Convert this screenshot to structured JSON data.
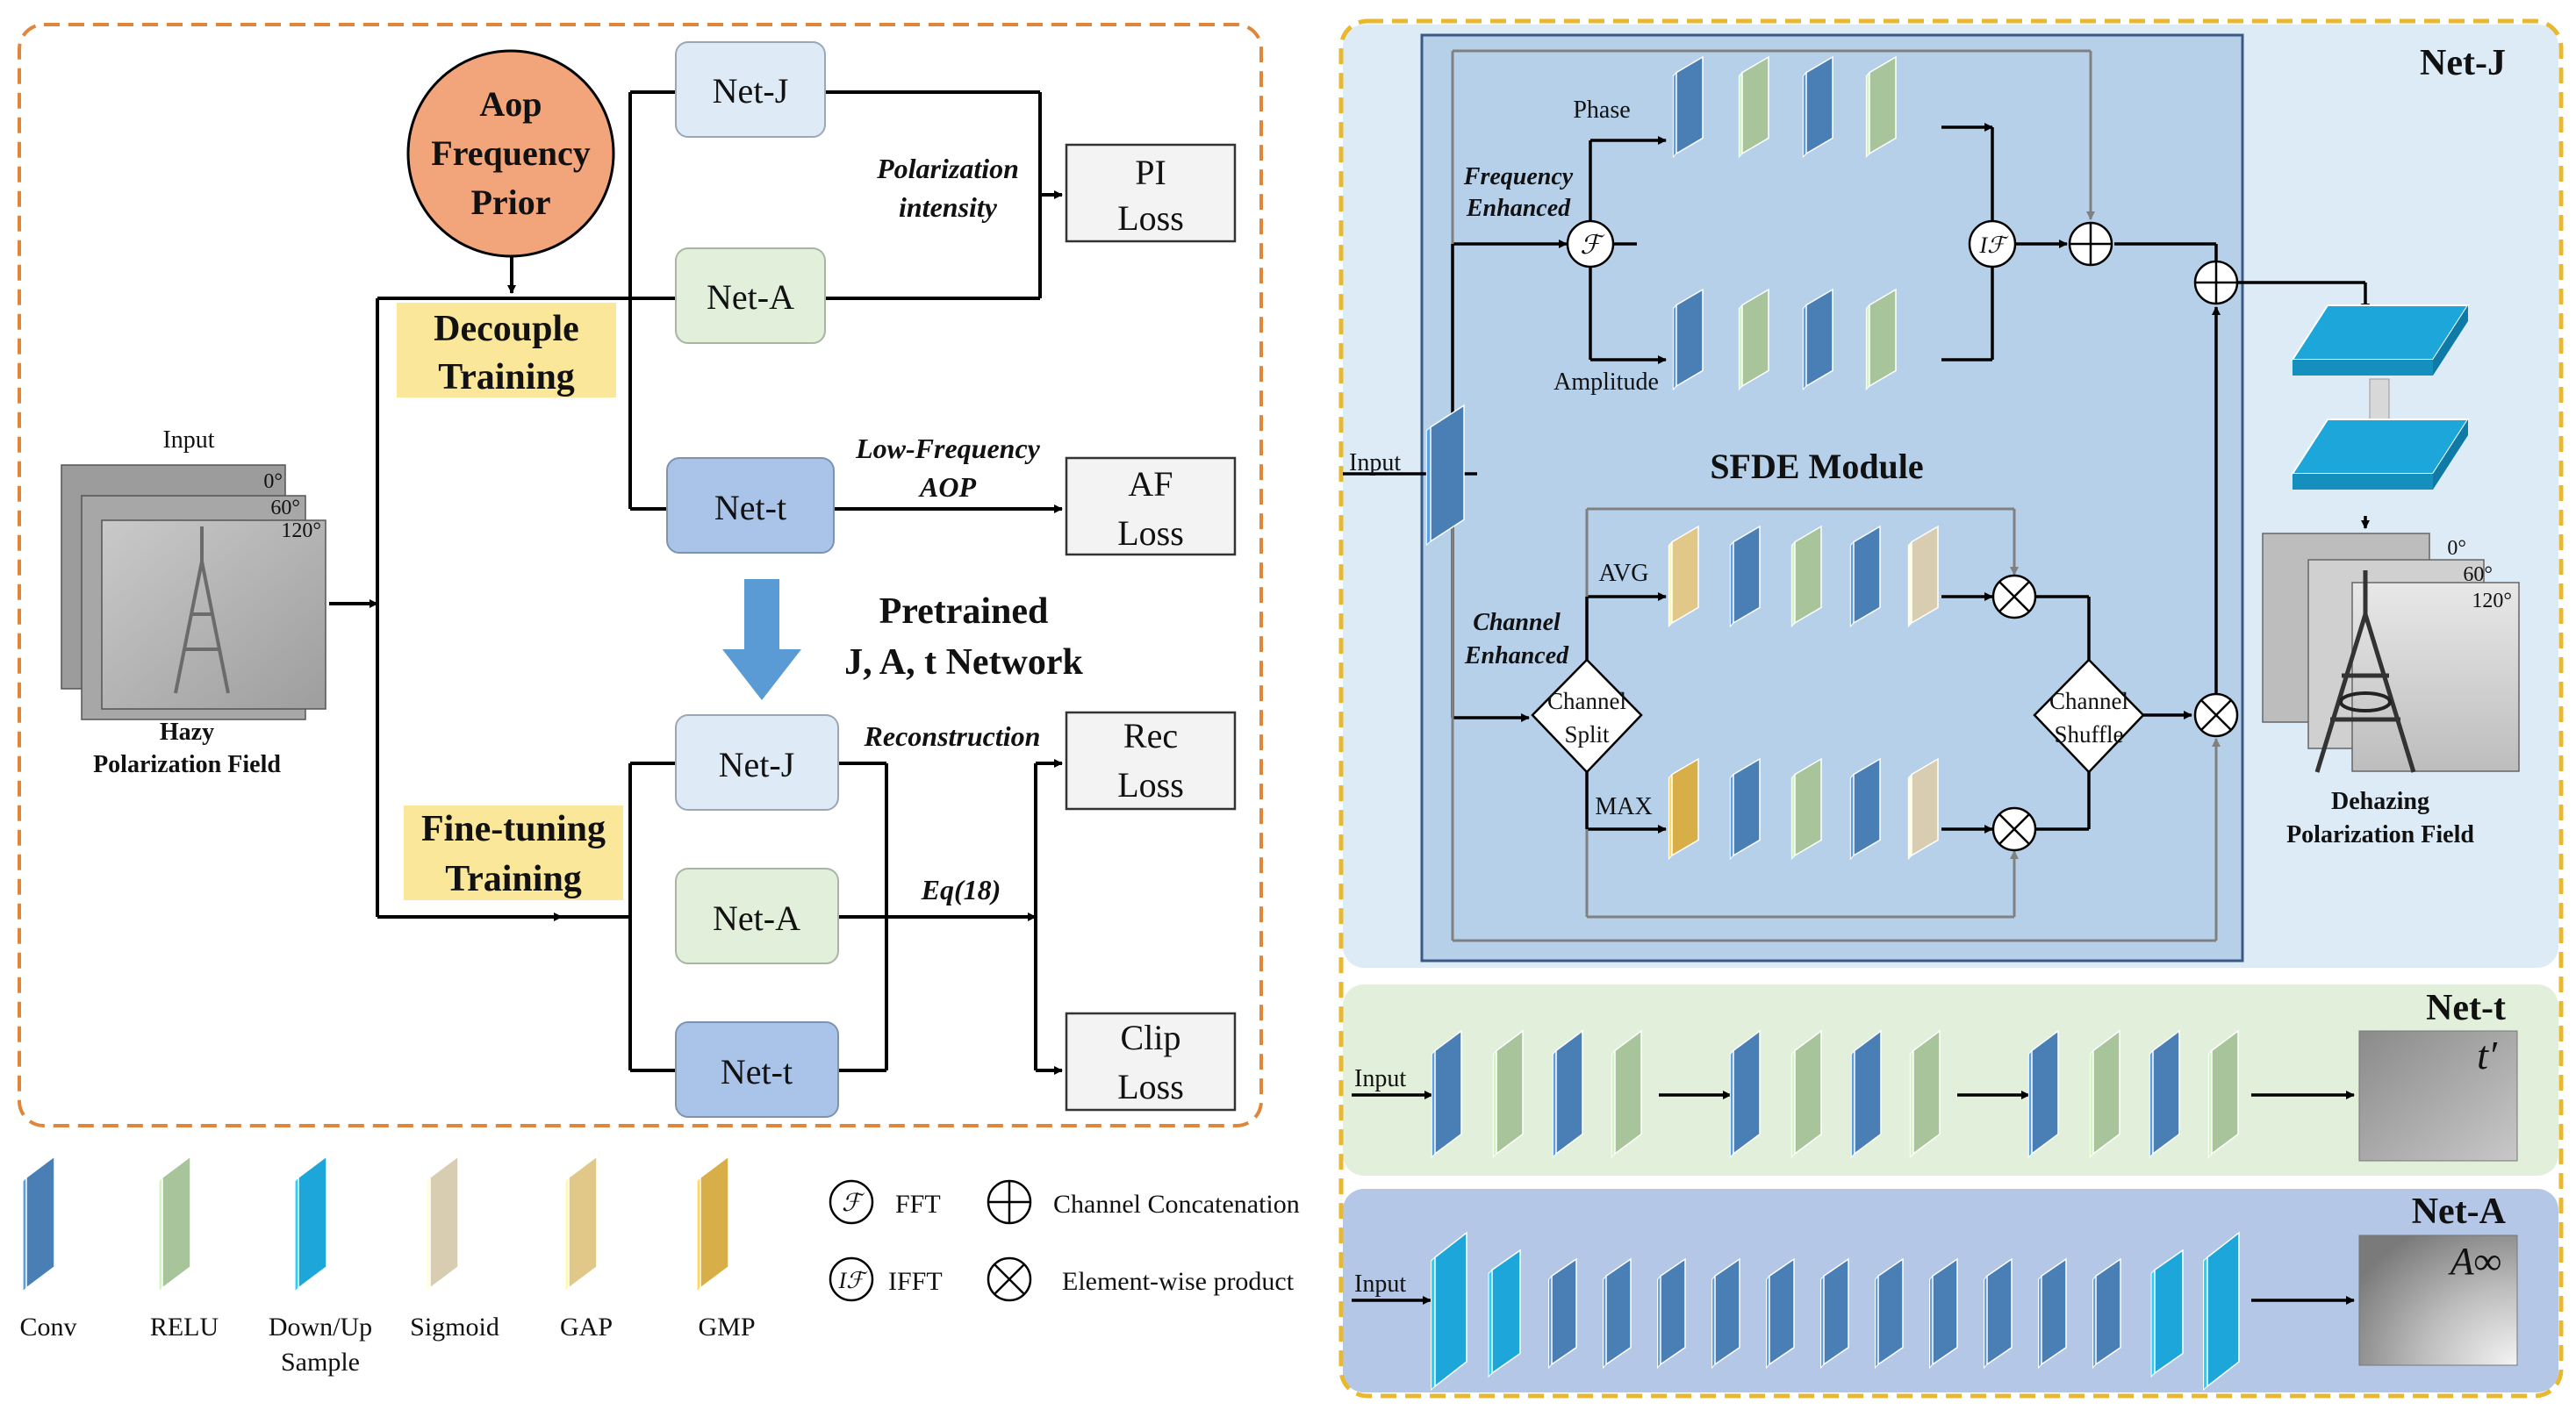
{
  "left": {
    "prior_label": [
      "Aop",
      "Frequency",
      "Prior"
    ],
    "decouple_label": [
      "Decouple",
      "Training"
    ],
    "finetune_label": [
      "Fine-tuning",
      "Training"
    ],
    "net_j": "Net-J",
    "net_a": "Net-A",
    "net_t": "Net-t",
    "input_label": "Input",
    "angles": [
      "0°",
      "60°",
      "120°"
    ],
    "input_caption": [
      "Hazy",
      "Polarization Field"
    ],
    "polarization_intensity": [
      "Polarization",
      "intensity"
    ],
    "low_freq_aop": [
      "Low-Frequency",
      "AOP"
    ],
    "pi_loss": [
      "PI",
      "Loss"
    ],
    "af_loss": [
      "AF",
      "Loss"
    ],
    "pretrained": [
      "Pretrained",
      "J, A, t Network"
    ],
    "reconstruction": "Reconstruction",
    "eq18": "Eq(18)",
    "rec_loss": [
      "Rec",
      "Loss"
    ],
    "clip_loss": [
      "Clip",
      "Loss"
    ]
  },
  "right": {
    "netj_title": "Net-J",
    "nett_title": "Net-t",
    "neta_title": "Net-A",
    "input": "Input",
    "phase": "Phase",
    "amplitude": "Amplitude",
    "freq_enhanced": [
      "Frequency",
      "Enhanced"
    ],
    "channel_enhanced": [
      "Channel",
      "Enhanced"
    ],
    "sfde": "SFDE Module",
    "avg": "AVG",
    "max": "MAX",
    "channel_split": [
      "Channel",
      "Split"
    ],
    "channel_shuffle": [
      "Channel",
      "Shuffle"
    ],
    "fft_symbol": "ℱ",
    "ifft_symbol": "Iℱ",
    "dehaze_caption": [
      "Dehazing",
      "Polarization Field"
    ],
    "angles": [
      "0°",
      "60°",
      "120°"
    ],
    "t_prime": "t′",
    "a_inf": "A∞"
  },
  "legend": {
    "conv": "Conv",
    "relu": "RELU",
    "downup": [
      "Down/Up",
      "Sample"
    ],
    "sigmoid": "Sigmoid",
    "gap": "GAP",
    "gmp": "GMP",
    "fft": "FFT",
    "ifft": "IFFT",
    "concat": "Channel Concatenation",
    "product": "Element-wise product",
    "fft_symbol": "ℱ",
    "ifft_symbol": "Iℱ"
  },
  "colors": {
    "orange_border": "#e0863a",
    "gold_border": "#e8b830",
    "prior_fill": "#f2a57a",
    "highlight": "#fbe79a",
    "netj_fill": "#deebf7",
    "neta_fill": "#e2efda",
    "nett_fill": "#a9c4e8",
    "conv": "#4a7fb5",
    "relu": "#a8c49a",
    "downup": "#1ca6d9",
    "sigmoid": "#d8cdb0",
    "gmp": "#d8ae48",
    "arrow_blue": "#5b9bd5"
  }
}
